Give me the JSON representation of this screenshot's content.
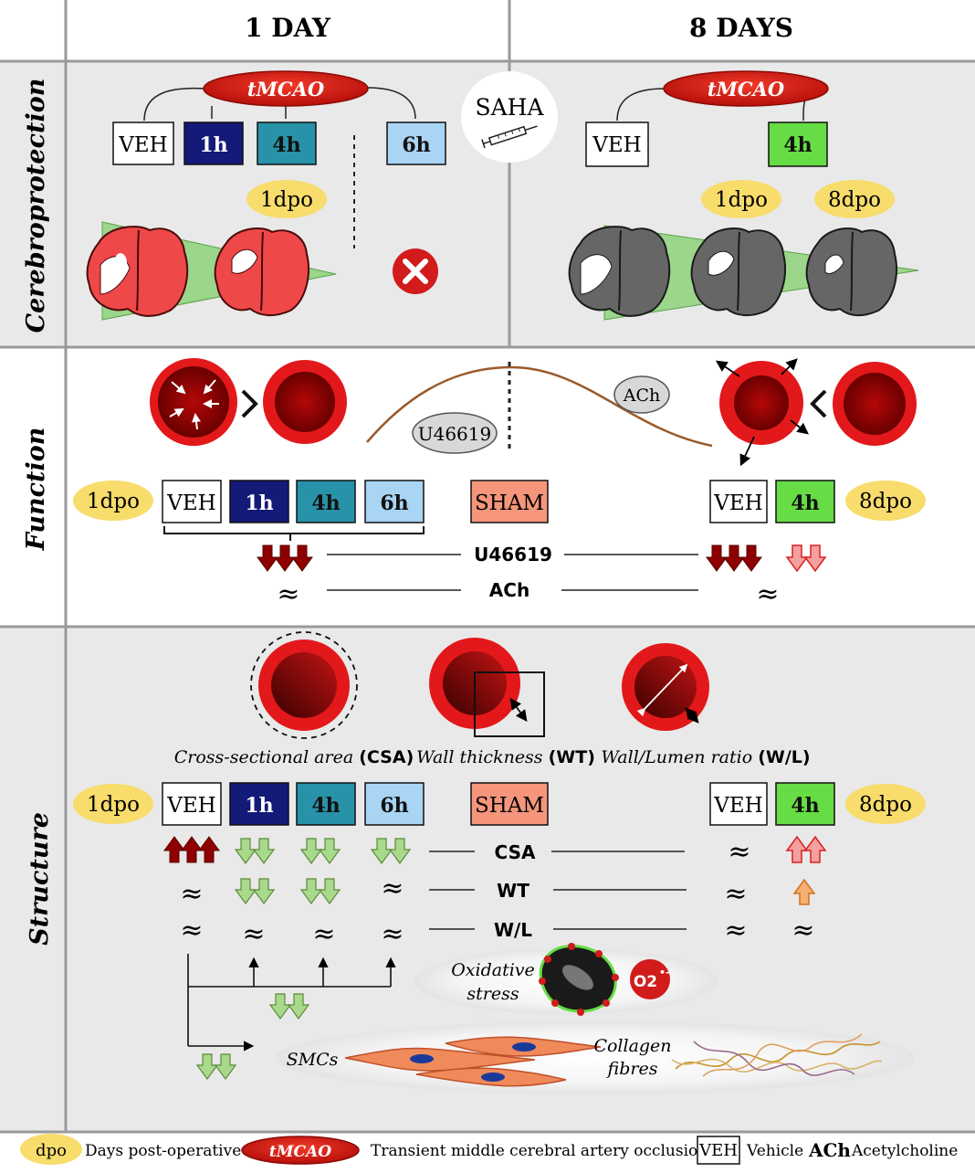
{
  "header": {
    "col1": "1 DAY",
    "col2": "8 DAYS"
  },
  "rows": {
    "cerebro": "Cerebroprotection",
    "function": "Function",
    "structure": "Structure"
  },
  "cerebro": {
    "tmcao": "tMCAO",
    "saha": "SAHA",
    "veh": "VEH",
    "h1": "1h",
    "h4": "4h",
    "h6": "6h",
    "dpo1": "1dpo",
    "dpo8": "8dpo"
  },
  "function": {
    "ach_bubble": "ACh",
    "u_bubble": "U46619",
    "dpo1": "1dpo",
    "dpo8": "8dpo",
    "veh": "VEH",
    "h1": "1h",
    "h4": "4h",
    "h6": "6h",
    "sham": "SHAM",
    "u_label": "U46619",
    "ach_label": "ACh",
    "approx": "≈"
  },
  "structure": {
    "csa_caption_italic": "Cross-sectional area ",
    "csa_caption_bold": "(CSA)",
    "wt_caption_italic": "Wall thickness ",
    "wt_caption_bold": "(WT)",
    "wl_caption_italic": "Wall/Lumen ratio ",
    "wl_caption_bold": "(W/L)",
    "dpo1": "1dpo",
    "dpo8": "8dpo",
    "veh": "VEH",
    "h1": "1h",
    "h4": "4h",
    "h6": "6h",
    "sham": "SHAM",
    "csa": "CSA",
    "wt": "WT",
    "wl": "W/L",
    "approx": "≈",
    "oxidative_1": "Oxidative",
    "oxidative_2": "stress",
    "o2": "O2",
    "smcs": "SMCs",
    "collagen_1": "Collagen",
    "collagen_2": "fibres"
  },
  "legend": {
    "dpo_badge": "dpo",
    "dpo_text": "Days post-operative",
    "tmcao_badge": "tMCAO",
    "tmcao_text": "Transient middle cerebral artery occlusion",
    "veh_badge": "VEH",
    "veh_text": "Vehicle",
    "ach_badge": "ACh",
    "ach_text": "Acetylcholine"
  },
  "colors": {
    "panel": "#e9e9e9",
    "grid": "#9a9a9a",
    "navy": "#141a78",
    "teal": "#2892a8",
    "light_blue": "#a9d4f4",
    "green": "#66dd44",
    "sham": "#f4957c",
    "badge": "#f8dc6c",
    "red": "#d8221c",
    "dark_red": "#8e0000",
    "arrow_green": "#a9d98b"
  }
}
